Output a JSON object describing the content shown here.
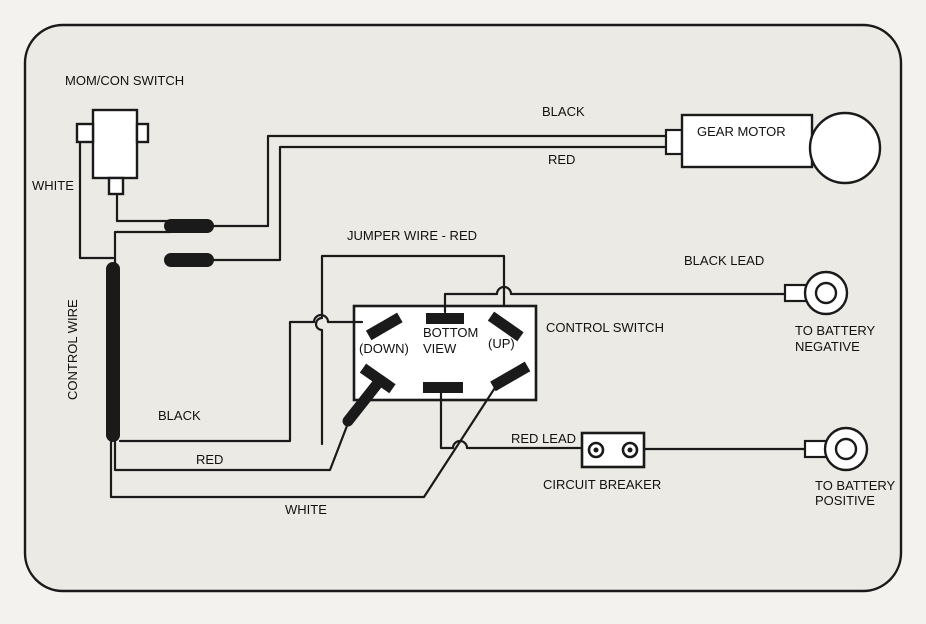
{
  "colors": {
    "background": "#f3f2ee",
    "ink": "#1a1a1a",
    "panel": "#eceae4"
  },
  "labels": {
    "mom_con_switch": "MOM/CON SWITCH",
    "white_top": "WHITE",
    "control_wire": "CONTROL WIRE",
    "black_top": "BLACK",
    "red_top": "RED",
    "gear_motor": "GEAR MOTOR",
    "jumper_wire": "JUMPER WIRE - RED",
    "black_lead": "BLACK LEAD",
    "control_switch": "CONTROL SWITCH",
    "bottom": "BOTTOM",
    "view": "VIEW",
    "down": "(DOWN)",
    "up": "(UP)",
    "battery_negative_1": "TO BATTERY",
    "battery_negative_2": "NEGATIVE",
    "black_bottom": "BLACK",
    "red_bottom": "RED",
    "white_bottom": "WHITE",
    "red_lead": "RED LEAD",
    "circuit_breaker": "CIRCUIT BREAKER",
    "battery_positive_1": "TO BATTERY",
    "battery_positive_2": "POSITIVE"
  },
  "icons": {
    "mom_con_switch": "rocker-switch-icon",
    "gear_motor": "motor-icon",
    "control_switch": "six-terminal-switch-icon",
    "circuit_breaker": "circuit-breaker-icon",
    "ring_terminal": "ring-terminal-icon",
    "wire_connector": "butt-connector-icon"
  }
}
